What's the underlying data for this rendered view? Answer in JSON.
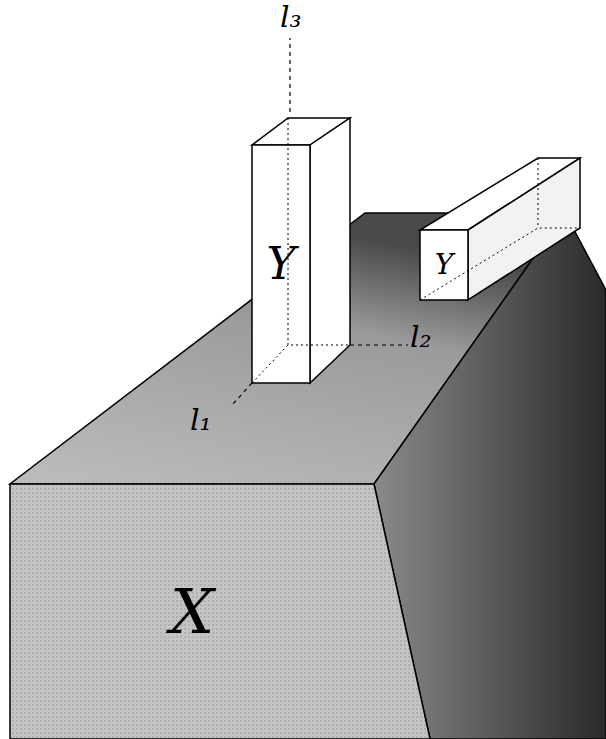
{
  "diagram": {
    "nodes": [
      {
        "text": [
          "X"
        ]
      },
      {
        "text": [
          "Y"
        ]
      },
      {
        "text": [
          "Y"
        ]
      }
    ],
    "labels": [
      "l₃",
      "l₁",
      "l₂"
    ]
  }
}
